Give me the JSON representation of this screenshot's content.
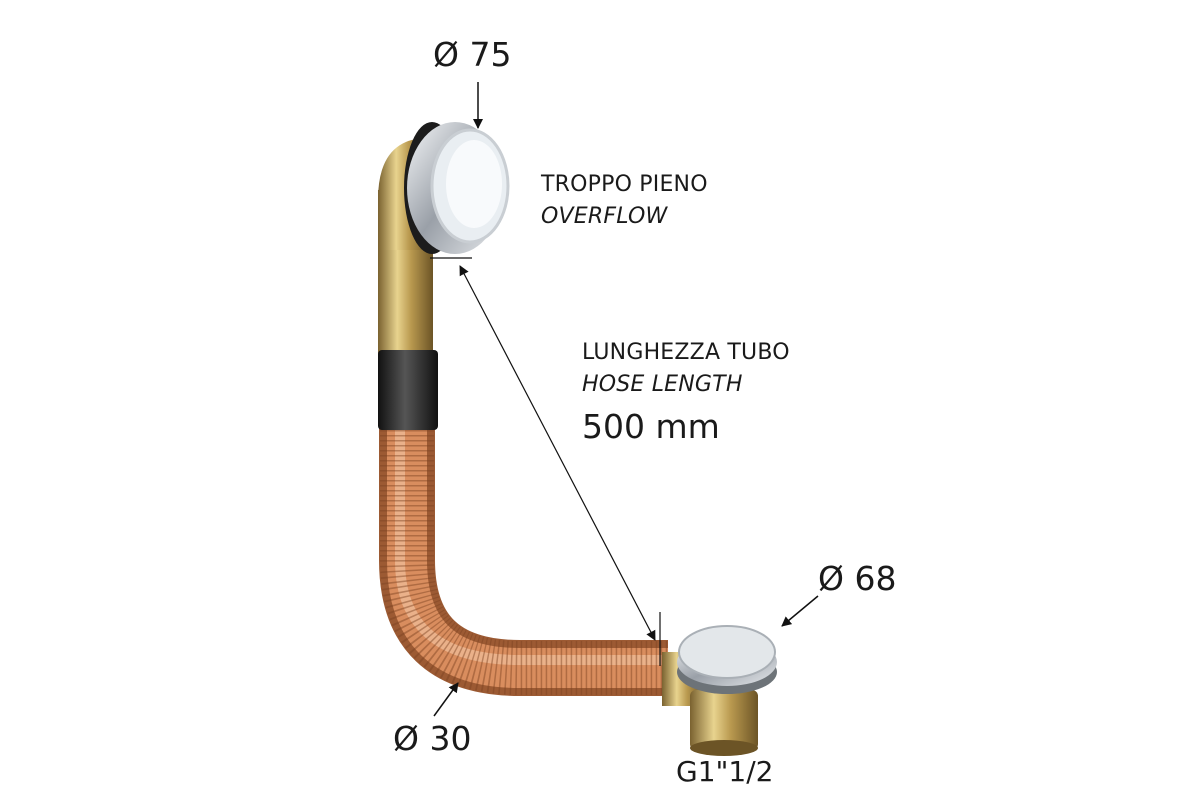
{
  "overflow": {
    "diameter": "Ø 75",
    "label_it": "TROPPO PIENO",
    "label_en": "OVERFLOW"
  },
  "hose": {
    "label_it": "LUNGHEZZA TUBO",
    "label_en": "HOSE LENGTH",
    "length": "500 mm",
    "diameter": "Ø 30"
  },
  "drain": {
    "diameter": "Ø 68",
    "thread": "G1\"1/2"
  },
  "colors": {
    "copper": "#c8794f",
    "brass": "#b89a55",
    "chrome": "#d8dce0",
    "text": "#1a1a1a"
  }
}
